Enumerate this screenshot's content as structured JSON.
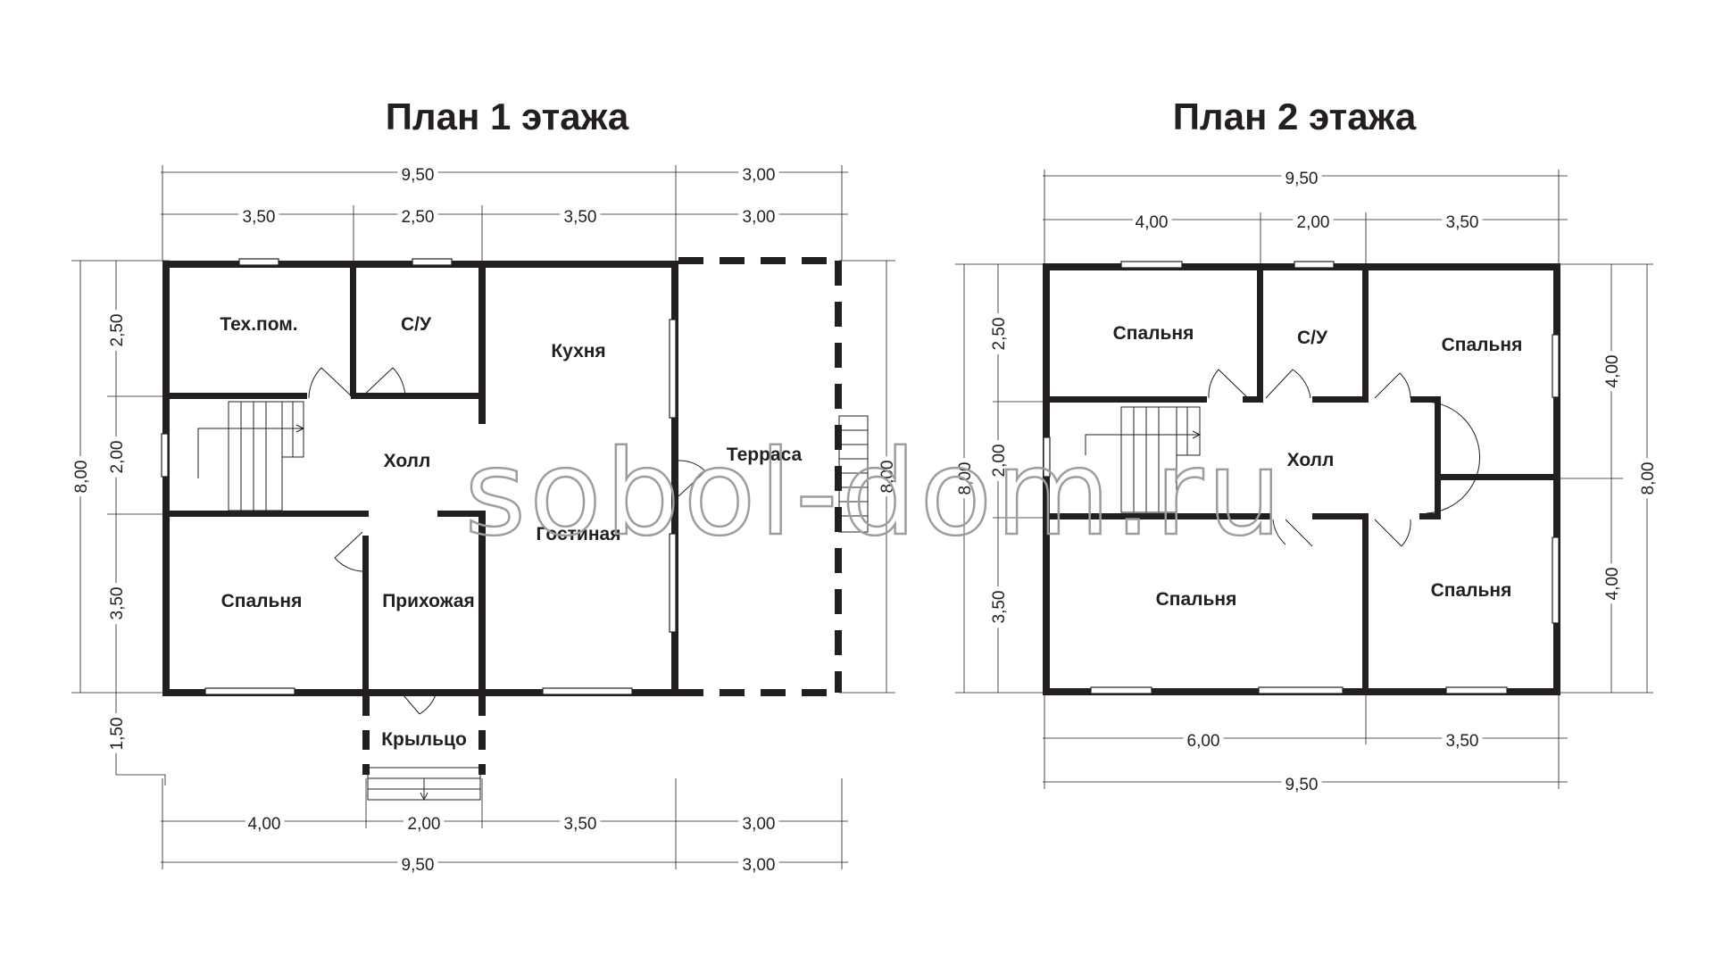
{
  "floor1": {
    "title": "План 1 этажа",
    "rooms": {
      "tech": "Тех.пом.",
      "bath": "С/У",
      "kitchen": "Кухня",
      "hall": "Холл",
      "living": "Гостиная",
      "terrace": "Терраса",
      "bedroom": "Спальня",
      "entry": "Прихожая",
      "porch": "Крыльцо"
    },
    "dims": {
      "top_total": "9,50",
      "top_terrace": "3,00",
      "top_a": "3,50",
      "top_b": "2,50",
      "top_c": "3,50",
      "top_terrace2": "3,00",
      "left_a": "2,50",
      "left_b": "2,00",
      "left_c": "3,50",
      "left_d": "1,50",
      "left_total": "8,00",
      "right_total": "8,00",
      "bottom_a": "4,00",
      "bottom_b": "2,00",
      "bottom_c": "3,50",
      "bottom_terrace": "3,00",
      "bottom_total": "9,50",
      "bottom_terrace2": "3,00"
    }
  },
  "floor2": {
    "title": "План 2 этажа",
    "rooms": {
      "bedroom_nw": "Спальня",
      "bath": "С/У",
      "bedroom_ne": "Спальня",
      "hall": "Холл",
      "bedroom_sw": "Спальня",
      "bedroom_se": "Спальня"
    },
    "dims": {
      "top_total": "9,50",
      "top_a": "4,00",
      "top_b": "2,00",
      "top_c": "3,50",
      "left_a": "2,50",
      "left_b": "2,00",
      "left_c": "3,50",
      "left_total": "8,00",
      "right_a": "4,00",
      "right_b": "4,00",
      "right_total": "8,00",
      "bottom_a": "6,00",
      "bottom_b": "3,50",
      "bottom_total": "9,50"
    }
  },
  "watermark": "sobol-dom.ru"
}
